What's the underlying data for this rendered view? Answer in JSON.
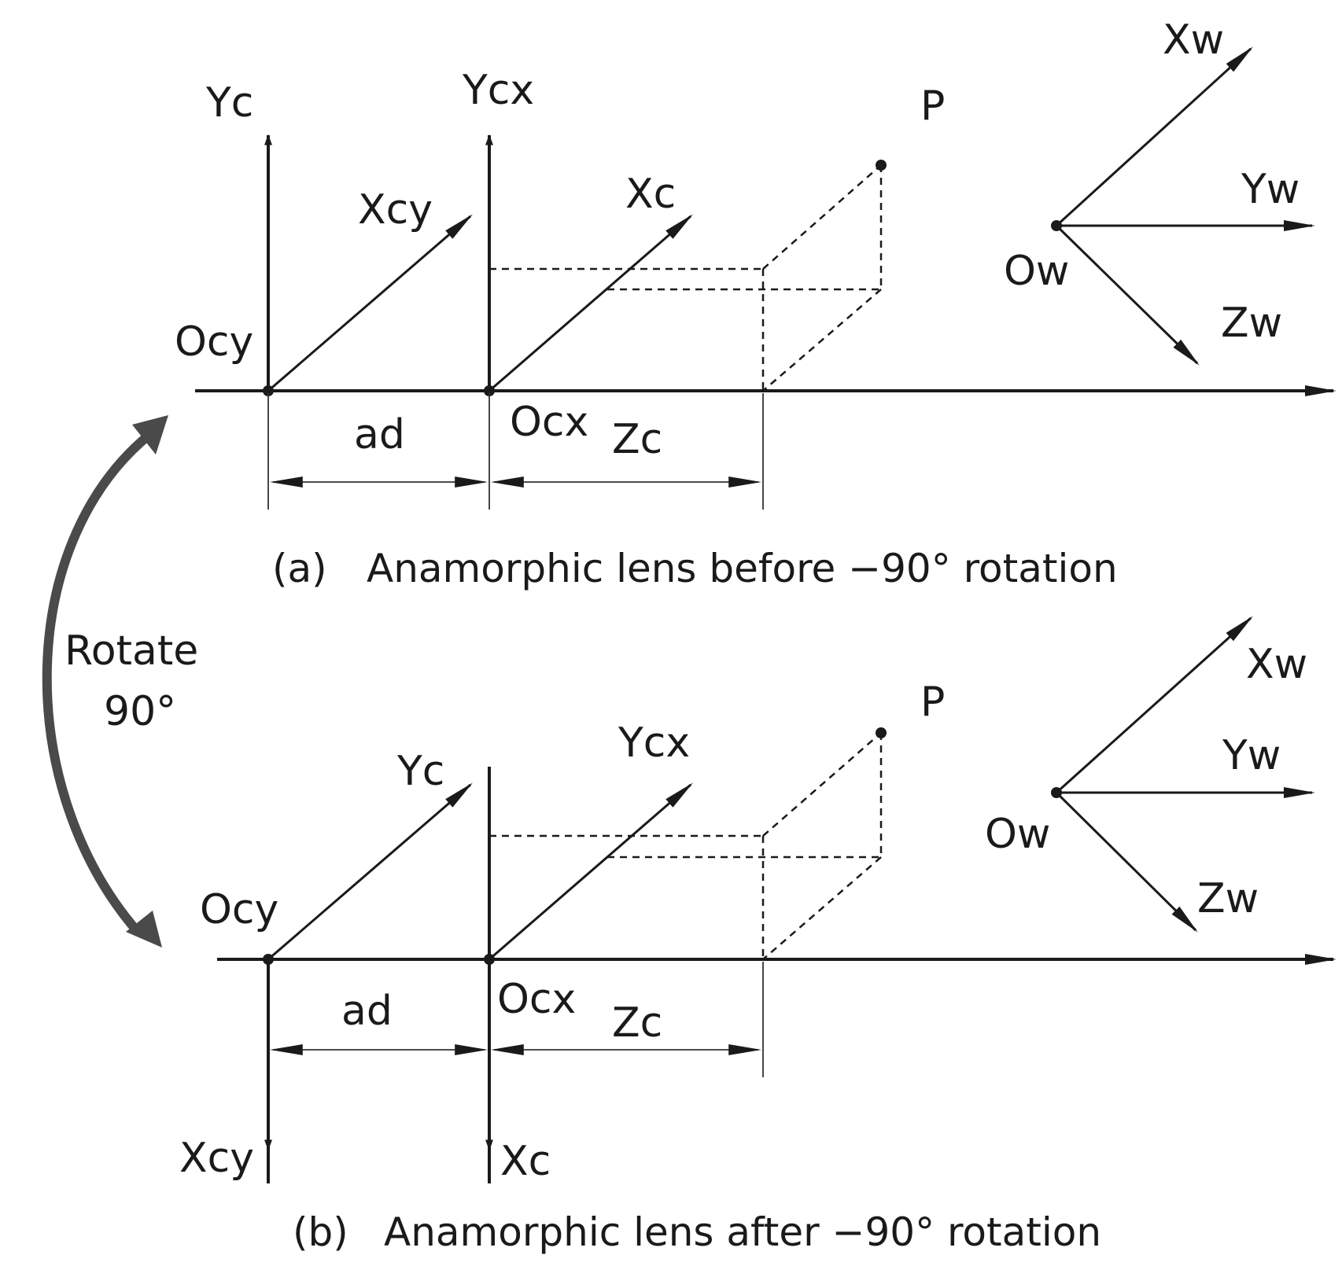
{
  "colors": {
    "ink": "#1a1a1a",
    "rotate_arrow": "#4a4a4a"
  },
  "rotate_label": {
    "line1": "Rotate",
    "line2": "90°"
  },
  "panel_a": {
    "caption": {
      "index": "(a)",
      "text": "Anamorphic lens before −90° rotation"
    },
    "labels": {
      "yc": "Yc",
      "ycx": "Ycx",
      "xcy": "Xcy",
      "xc": "Xc",
      "p": "P",
      "ocy": "Ocy",
      "ocx": "Ocx",
      "zc": "Zc",
      "ad": "ad",
      "xw": "Xw",
      "yw": "Yw",
      "ow": "Ow",
      "zw": "Zw"
    }
  },
  "panel_b": {
    "caption": {
      "index": "(b)",
      "text": "Anamorphic lens after −90° rotation"
    },
    "labels": {
      "yc": "Yc",
      "ycx": "Ycx",
      "xcy": "Xcy",
      "xc": "Xc",
      "p": "P",
      "ocy": "Ocy",
      "ocx": "Ocx",
      "zc": "Zc",
      "ad": "ad",
      "xw": "Xw",
      "yw": "Yw",
      "ow": "Ow",
      "zw": "Zw"
    }
  }
}
